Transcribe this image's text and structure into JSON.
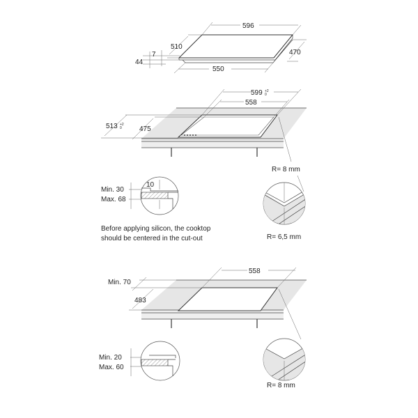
{
  "hob_dimensions": {
    "width": "596",
    "depth": "510",
    "depth_right": "470",
    "bottom_width": "550",
    "total_height": "44",
    "glass_height": "7"
  },
  "flush_installation": {
    "cutout_width": "599",
    "cutout_width_tolerance": "+2",
    "cutout_width_tolerance_low": "0",
    "inner_width": "558",
    "cutout_depth": "513",
    "cutout_depth_tolerance": "+2",
    "cutout_depth_tolerance_low": "0",
    "inner_depth": "475",
    "corner_radius_outer": "R= 8 mm",
    "corner_radius_inner": "R= 6,5 mm",
    "detail_step": "10",
    "worktop_min": "Min. 30",
    "worktop_max": "Max. 68",
    "note_line1": "Before applying silicon, the cooktop",
    "note_line2": "should be centered in the cut-out"
  },
  "standard_installation": {
    "cutout_width": "558",
    "front_distance": "Min. 70",
    "cutout_depth": "483",
    "worktop_min": "Min. 20",
    "worktop_max": "Max. 60",
    "corner_radius": "R= 8 mm"
  }
}
